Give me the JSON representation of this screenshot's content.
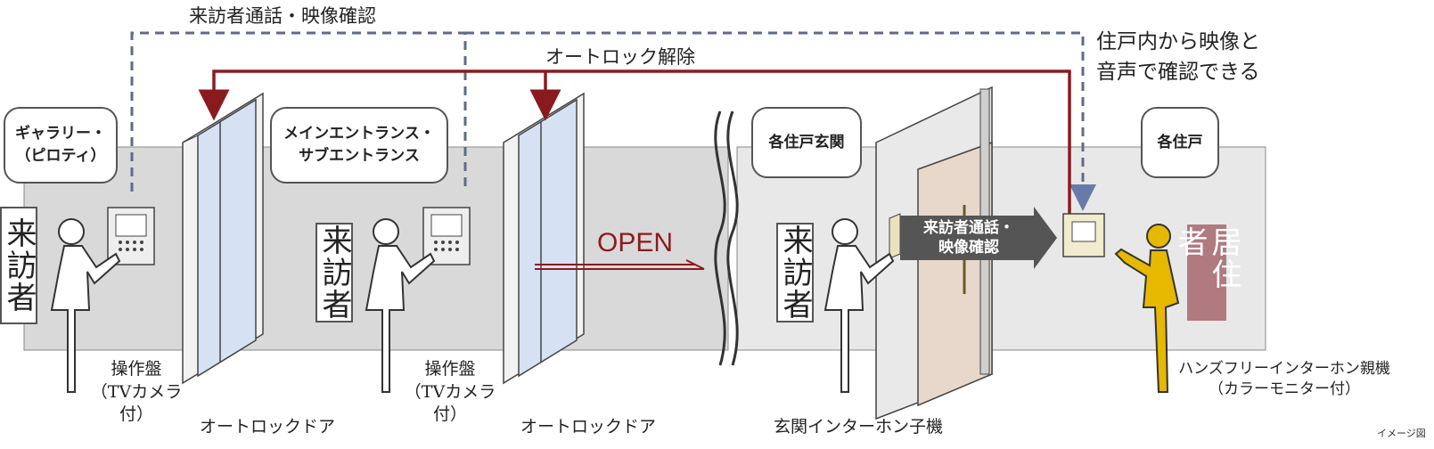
{
  "labels": {
    "visitor_call": "来訪者通話・映像確認",
    "autolock_release": "オートロック解除",
    "confirm_from_home": "住戸内から映像と\n音声で確認できる",
    "gallery": "ギャラリー・\n（ピロティ）",
    "main_entrance": "メインエントランス・\nサブエントランス",
    "each_entrance": "各住戸玄関",
    "each_unit": "各住戸",
    "visitor": "来訪者",
    "resident": "居住者",
    "open": "OPEN",
    "panel": "操作盤\n（TVカメラ付）",
    "autolock_door": "オートロックドア",
    "entrance_intercom": "玄関インターホン子機",
    "intercom_arrow": "来訪者通話・\n映像確認",
    "handsfree": "ハンズフリーインターホン親機\n（カラーモニター付）",
    "image_note": "イメージ図"
  },
  "colors": {
    "red_line": "#8b1a1f",
    "dashed_line": "#5f6a8c",
    "floor": "#d6d6d6",
    "resident": "#e6b800",
    "resident_label": "#b07a80"
  }
}
